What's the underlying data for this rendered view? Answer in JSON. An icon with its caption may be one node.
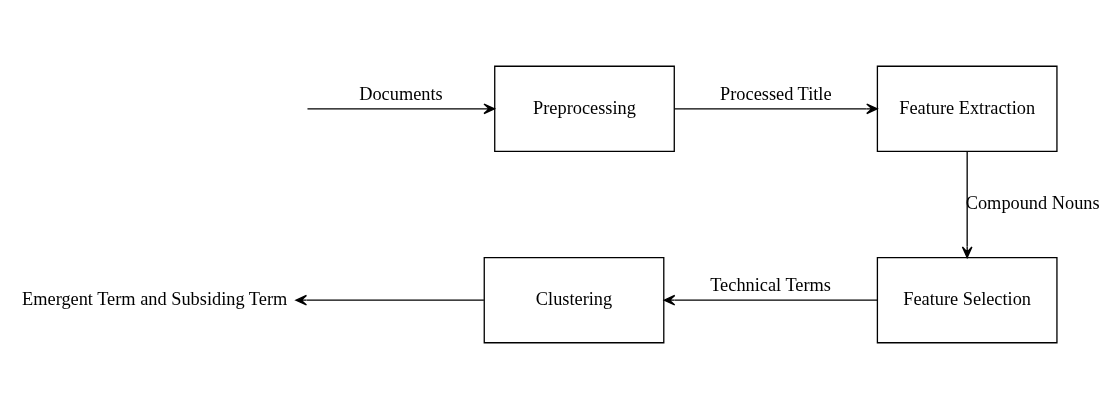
{
  "diagram": {
    "nodes": [
      {
        "text": [
          "Preprocessing"
        ]
      },
      {
        "text": [
          "Feature Extraction"
        ]
      },
      {
        "text": [
          "Feature Selection"
        ]
      },
      {
        "text": [
          "Clustering"
        ]
      },
      {
        "text": [
          "Emergent Term and Subsiding Term"
        ]
      }
    ],
    "edges": [
      {
        "from": null,
        "to": 0,
        "arrow": "to",
        "label": "Documents"
      },
      {
        "from": 0,
        "to": 1,
        "arrow": "to",
        "label": "Processed Title"
      },
      {
        "from": 1,
        "to": 2,
        "arrow": "to",
        "label": "Compound Nouns"
      },
      {
        "from": 2,
        "to": 3,
        "arrow": "to",
        "label": "Technical Terms"
      },
      {
        "from": 3,
        "to": 4,
        "arrow": "to"
      }
    ]
  }
}
